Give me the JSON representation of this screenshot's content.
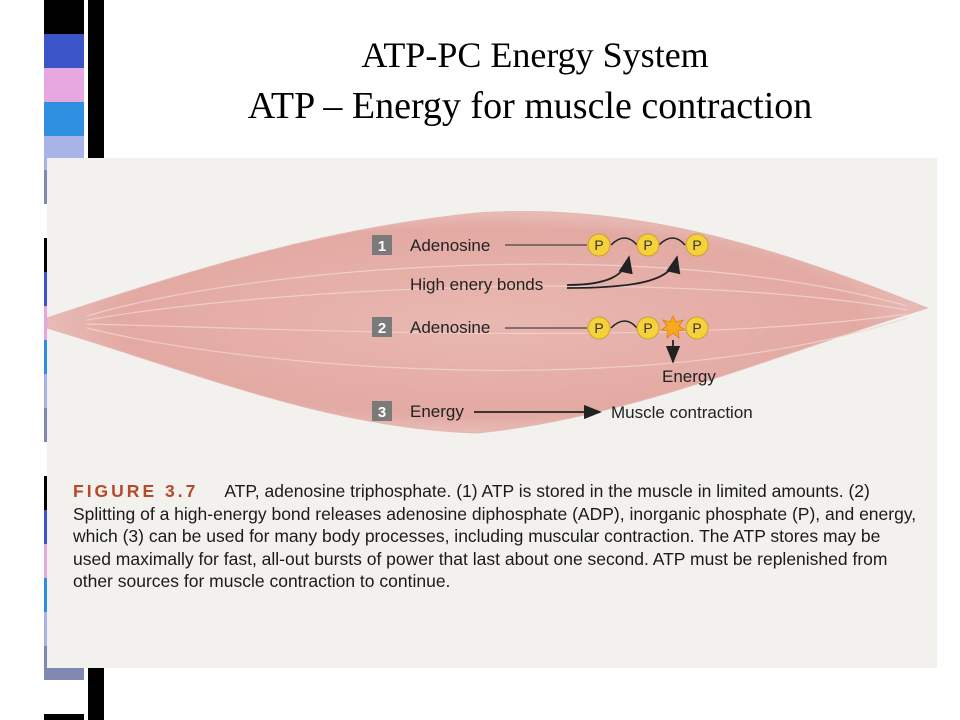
{
  "slide": {
    "title_line1": "ATP-PC Energy System",
    "title_line2": "ATP – Energy for muscle contraction"
  },
  "diagram": {
    "steps": [
      {
        "number": "1",
        "label": "Adenosine",
        "phosphates": [
          "P",
          "P",
          "P"
        ]
      },
      {
        "number": "2",
        "label": "Adenosine",
        "phosphates": [
          "P",
          "P",
          "P"
        ]
      },
      {
        "number": "3",
        "label": "Energy",
        "target": "Muscle contraction"
      }
    ],
    "bond_label": "High enery bonds",
    "energy_label": "Energy"
  },
  "caption": {
    "figure_label": "FIGURE 3.7",
    "text": "ATP, adenosine triphosphate. (1) ATP is stored in the muscle in limited amounts. (2) Splitting of a high-energy bond releases adenosine diphosphate (ADP), inorganic phosphate (P), and energy, which (3) can be used for many body processes, including muscular contraction. The ATP stores may be used maximally for fast, all-out bursts of power that last about one second. ATP must be replenished from other sources for muscle contraction to continue."
  },
  "colors": {
    "muscle": "#e7b4ad",
    "phosphate_fill": "#f5d23c",
    "figure_label": "#b5492a",
    "step_box": "#7a7a7a",
    "stripe": [
      "#000000",
      "#3b55c8",
      "#e6a6e0",
      "#2e8ee0",
      "#a8b4e8",
      "#8088b0",
      "#ffffff"
    ]
  }
}
